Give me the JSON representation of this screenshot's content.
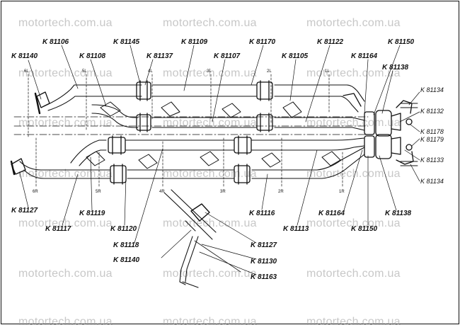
{
  "watermark": "motortech.com.ua",
  "part_labels": {
    "k81140_left": "K 81140",
    "k81106": "K 81106",
    "k81108": "K 81108",
    "k81145": "K 81145",
    "k81137": "K 81137",
    "k81109": "K 81109",
    "k81107": "K 81107",
    "k81170": "K 81170",
    "k81105": "K 81105",
    "k81122": "K 81122",
    "k81164_top": "K 81164",
    "k81150_top": "K 81150",
    "k81138_top": "K 81138",
    "k81134_top": "K 81134",
    "k81132": "K 81132",
    "k81178": "K 81178",
    "k81179": "K 81179",
    "k81133": "K 81133",
    "k81134_bottom": "K 81134",
    "k81127_left": "K 81127",
    "k81117": "K 81117",
    "k81119": "K 81119",
    "k81120": "K 81120",
    "k81118": "K 81118",
    "k81140_detail": "K 81140",
    "k81116": "K 81116",
    "k81113": "K 81113",
    "k81164_bottom": "K 81164",
    "k81150_bottom": "K 81150",
    "k81138_bottom": "K 81138",
    "k81127_detail": "K 81127",
    "k81130": "K 81130",
    "k81163": "K 81163"
  },
  "bay_tags": {
    "t_6l": "6L",
    "t_5l": "5L",
    "t_4l": "4L",
    "t_3l": "3L",
    "t_2l": "2L",
    "t_1l": "1L",
    "t_6r": "6R",
    "t_5r": "5R",
    "t_4r": "4R",
    "t_3r": "3R",
    "t_2r": "2R",
    "t_1r": "1R"
  }
}
